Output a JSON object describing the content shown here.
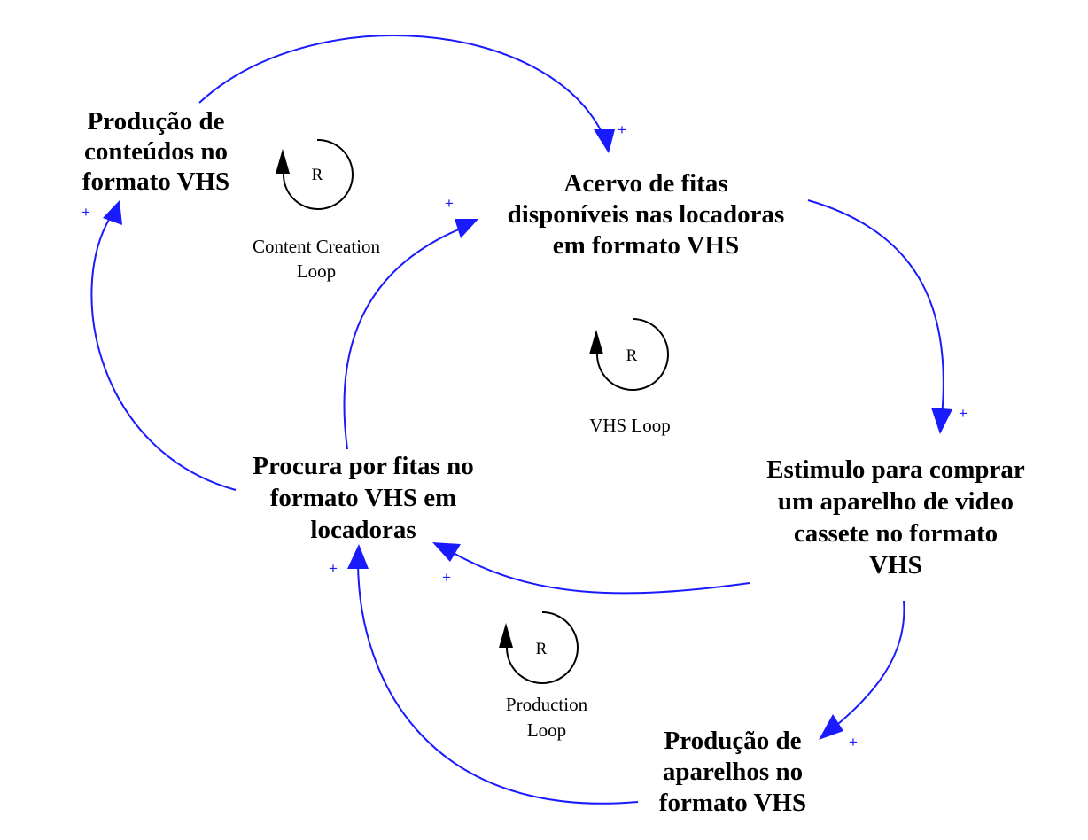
{
  "colors": {
    "link": "#1a1aff",
    "text": "#000000",
    "background": "#ffffff"
  },
  "nodes": {
    "producao_conteudos": [
      "Produção de",
      "conteúdos no",
      "formato VHS"
    ],
    "acervo_fitas": [
      "Acervo de fitas",
      "disponíveis nas locadoras",
      "em formato VHS"
    ],
    "estimulo": [
      "Estimulo para comprar",
      "um aparelho de video",
      "cassete no formato",
      "VHS"
    ],
    "procura_fitas": [
      "Procura por fitas no",
      "formato VHS em",
      "locadoras"
    ],
    "producao_aparelhos": [
      "Produção de",
      "aparelhos no",
      "formato VHS"
    ]
  },
  "loops": {
    "content_creation": {
      "letter": "R",
      "name": [
        "Content Creation",
        "Loop"
      ]
    },
    "vhs": {
      "letter": "R",
      "name": [
        "VHS Loop"
      ]
    },
    "production": {
      "letter": "R",
      "name": [
        "Production",
        "Loop"
      ]
    }
  },
  "links": [
    {
      "from": "Produção de conteúdos no formato VHS",
      "to": "Acervo de fitas disponíveis nas locadoras em formato VHS",
      "polarity": "+"
    },
    {
      "from": "Acervo de fitas disponíveis nas locadoras em formato VHS",
      "to": "Estimulo para comprar um aparelho de video cassete no formato VHS",
      "polarity": "+"
    },
    {
      "from": "Estimulo para comprar um aparelho de video cassete no formato VHS",
      "to": "Procura por fitas no formato VHS em locadoras",
      "polarity": "+"
    },
    {
      "from": "Procura por fitas no formato VHS em locadoras",
      "to": "Acervo de fitas disponíveis nas locadoras em formato VHS",
      "polarity": "+"
    },
    {
      "from": "Procura por fitas no formato VHS em locadoras",
      "to": "Produção de conteúdos no formato VHS",
      "polarity": "+"
    },
    {
      "from": "Estimulo para comprar um aparelho de video cassete no formato VHS",
      "to": "Produção de aparelhos no formato VHS",
      "polarity": "+"
    },
    {
      "from": "Produção de aparelhos no formato VHS",
      "to": "Procura por fitas no formato VHS em locadoras",
      "polarity": "+"
    }
  ]
}
